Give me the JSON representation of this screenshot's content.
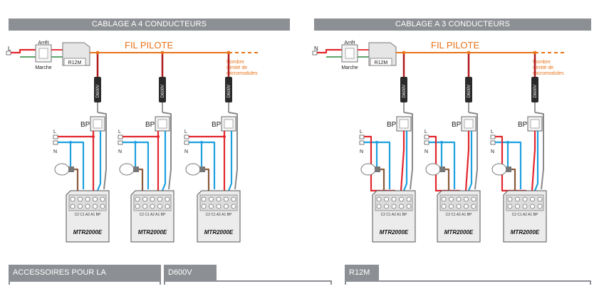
{
  "left": {
    "header": "CABLAGE A 4 CONDUCTEURS",
    "phase": "L",
    "switch_top": "Arrêt",
    "switch_bottom": "Marche",
    "r12m": "R12M",
    "pilot": "FIL PILOTE",
    "note": [
      "Nombre",
      "illimité de",
      "micromodules"
    ],
    "d600v": "D600V",
    "bp": "BP",
    "l": "L",
    "n": "N",
    "module": "MTR2000E",
    "terminals": "C2 C1 A2 A1 BP"
  },
  "right": {
    "header": "CABLAGE A 3 CONDUCTEURS",
    "phase": "N",
    "switch_top": "Arrêt",
    "switch_bottom": "Marche",
    "r12m": "R12M",
    "pilot": "FIL PILOTE",
    "note": [
      "Nombre",
      "illimité de",
      "micromodules"
    ],
    "d600v": "D600V",
    "bp": "BP",
    "l": "L",
    "n": "N",
    "module": "MTR2000E",
    "terminals": "C2 C1 A2 A1 BP"
  },
  "footer": {
    "tab1": "ACCESSOIRES POUR LA CENTRALISATION",
    "tab2": "D600V",
    "tab3": "R12M"
  },
  "colors": {
    "pilot": "#e8731a",
    "phase": "#e2272e",
    "neutral": "#1ea0e0",
    "lamp": "#8a5a3a",
    "grey": "#8a8a8a",
    "header": "#8c8f93"
  }
}
